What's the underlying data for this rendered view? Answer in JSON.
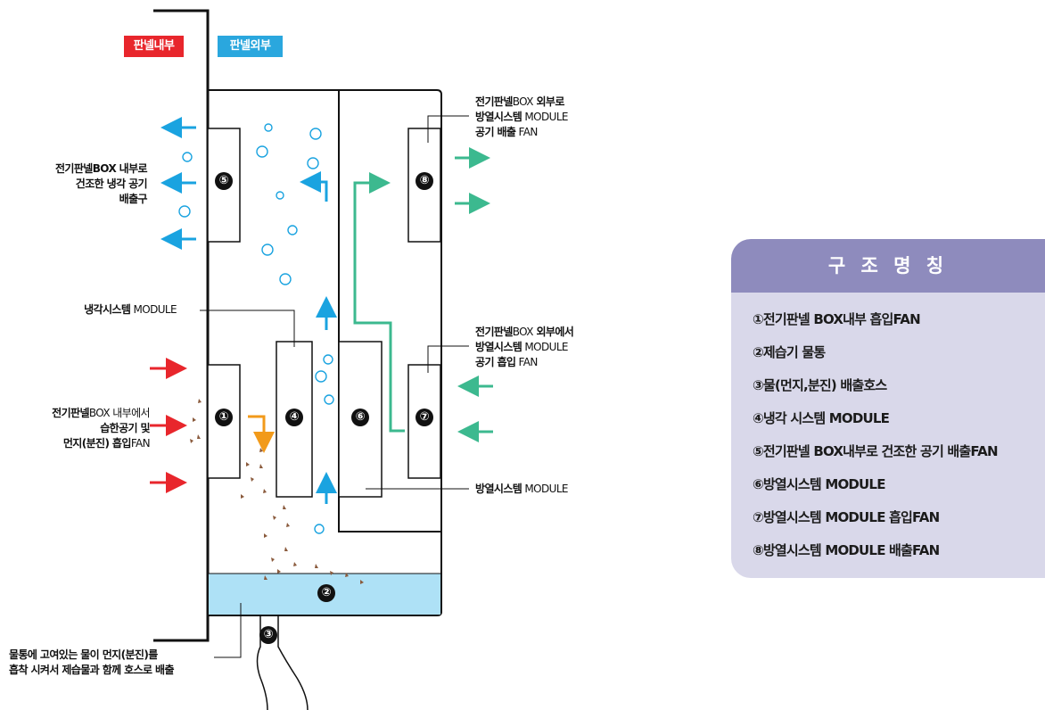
{
  "tags": {
    "inside": "판넬내부",
    "outside": "판넬외부"
  },
  "colors": {
    "inside_tag": "#e8262c",
    "outside_tag": "#2aa7de",
    "blue_arrow": "#1aa3e0",
    "red_arrow": "#e8262c",
    "green_arrow": "#3cb98f",
    "orange_arrow": "#f29a1a",
    "water": "#aee1f6",
    "legend_header": "#8e8bbd",
    "legend_bg": "#d9d8ea"
  },
  "callouts": {
    "outlet": {
      "line1": "전기판넬BOX 내부로",
      "line2": "건조한 냉각 공기",
      "line3": "배출구"
    },
    "cooling": {
      "bold": "냉각시스템",
      "rest": " MODULE"
    },
    "intake": {
      "line1_bold": "전기판넬",
      "line1_rest": "BOX 내부에서",
      "line2": "습한공기 및",
      "line3_bold": "먼지(분진) 흡입",
      "line3_rest": "FAN"
    },
    "drain": {
      "line1": "물통에 고여있는 물이 먼지(분진)를",
      "line2": "흡착 시켜서 제습물과 함께 호스로 배출"
    },
    "exhaust_fan": {
      "line1_bold": "전기판넬",
      "line1_mid": "BOX",
      "line1_tail": " 외부로",
      "line2_bold": "방열시스템",
      "line2_rest": " MODULE",
      "line3_bold": "공기 배출",
      "line3_rest": " FAN"
    },
    "intake_fan": {
      "line1_bold": "전기판넬",
      "line1_mid": "BOX",
      "line1_tail": " 외부에서",
      "line2_bold": "방열시스템",
      "line2_rest": " MODULE",
      "line3_bold": "공기 흡입",
      "line3_rest": " FAN"
    },
    "heat": {
      "bold": "방열시스템",
      "rest": " MODULE"
    }
  },
  "markers": [
    "①",
    "②",
    "③",
    "④",
    "⑤",
    "⑥",
    "⑦",
    "⑧"
  ],
  "legend": {
    "title": "구 조 명 칭",
    "items": [
      "①전기판넬 BOX내부 흡입FAN",
      "②제습기 물통",
      "③물(먼지,분진) 배출호스",
      "④냉각 시스템 MODULE",
      "⑤전기판넬 BOX내부로 건조한 공기 배출FAN",
      "⑥방열시스템 MODULE",
      "⑦방열시스템 MODULE 흡입FAN",
      "⑧방열시스템 MODULE 배출FAN"
    ]
  }
}
